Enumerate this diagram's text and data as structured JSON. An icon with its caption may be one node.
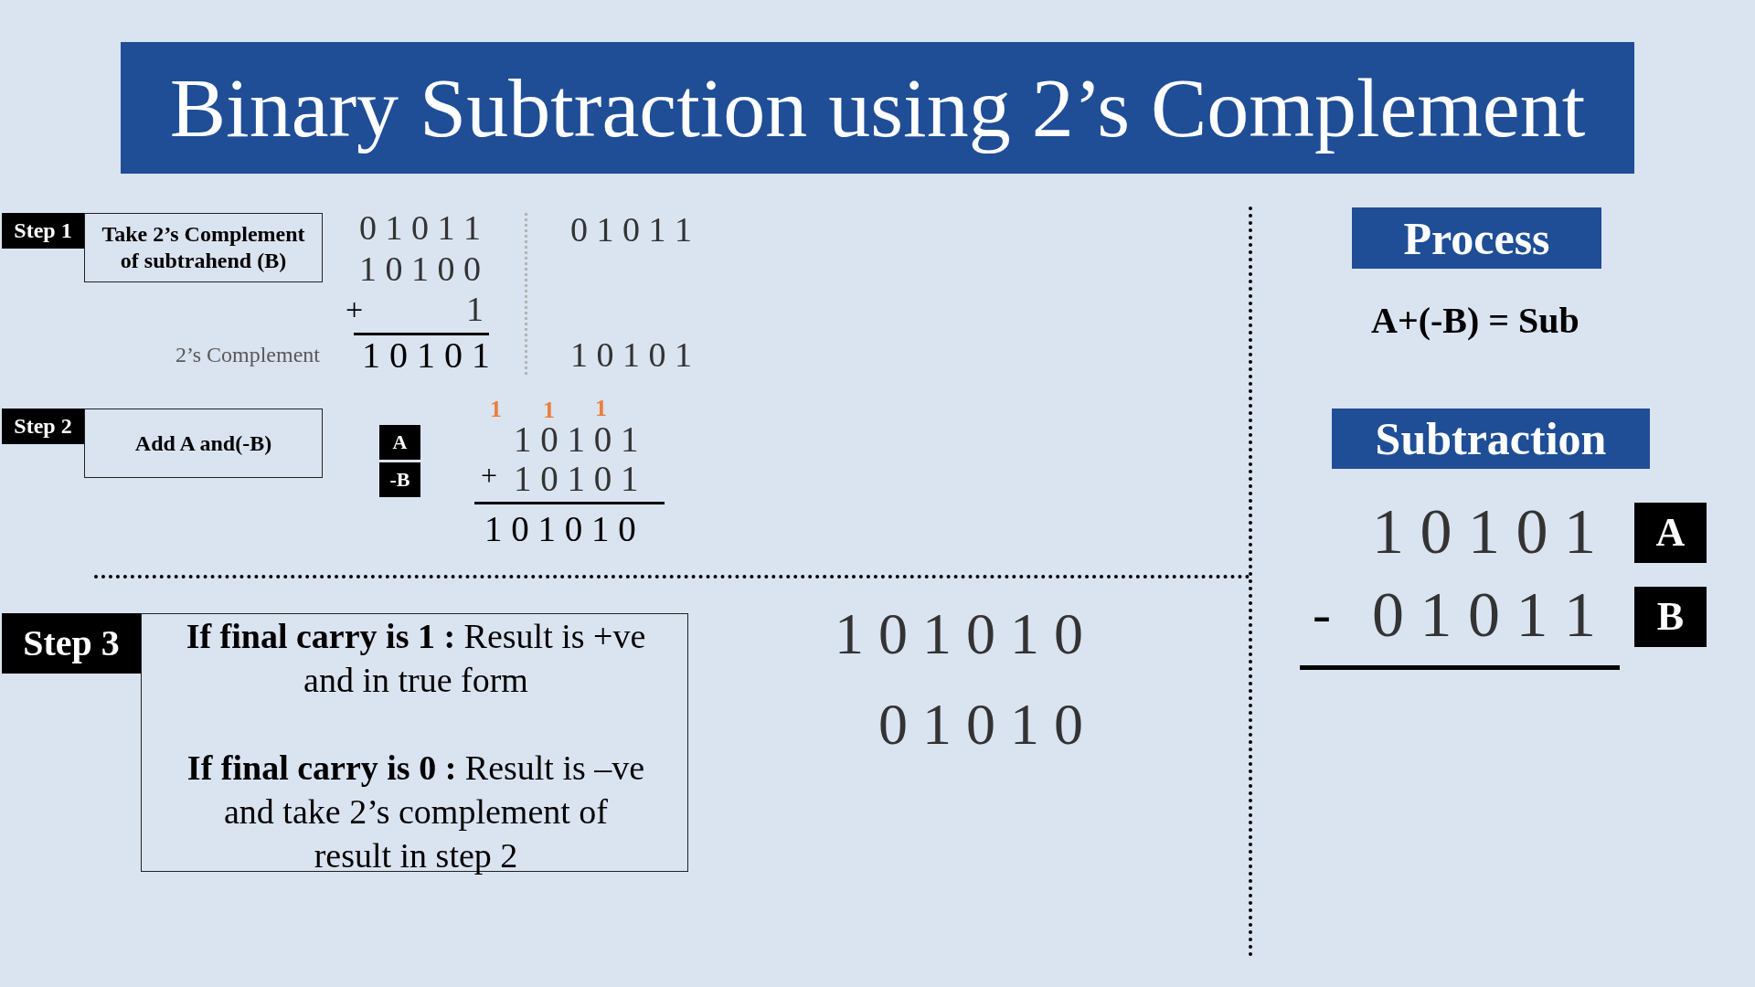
{
  "diagram": {
    "title": "Binary Subtraction using 2’s Complement",
    "nodes": [
      {
        "text": [
          "Step 1"
        ]
      },
      {
        "text": [
          "Take 2’s Complement of subtrahend (B)"
        ]
      },
      {
        "text": [
          "Step 2"
        ]
      },
      {
        "text": [
          "Add A and(-B)"
        ]
      },
      {
        "text": [
          "A"
        ]
      },
      {
        "text": [
          "-B"
        ]
      },
      {
        "text": [
          "Step 3"
        ]
      },
      {
        "text": [
          "**If final carry is 1 :** Result is +ve and in true form",
          "**If final carry is 0 :** Result is –ve and take 2’s complement of result in step 2"
        ]
      },
      {
        "text": [
          "Process"
        ]
      },
      {
        "text": [
          "Subtraction"
        ]
      },
      {
        "text": [
          "A"
        ]
      },
      {
        "text": [
          "B"
        ]
      }
    ],
    "labels": [
      "0 1 0 1 1",
      "0 1 0 1 1",
      "1 0 1 0 0",
      "+",
      "1",
      "2’s Complement",
      "1 0 1 0 1",
      "1 0 1 0 1",
      "1",
      "1",
      "1",
      "1 0 1 0 1",
      "+",
      "1 0 1 0 1",
      "1 0 1 0 1 0",
      "1 0 1 0 1 0",
      "0 1 0 1 0",
      "A+(-B) = Sub",
      "1 0 1 0 1",
      "-",
      "0 1 0 1 1"
    ]
  }
}
